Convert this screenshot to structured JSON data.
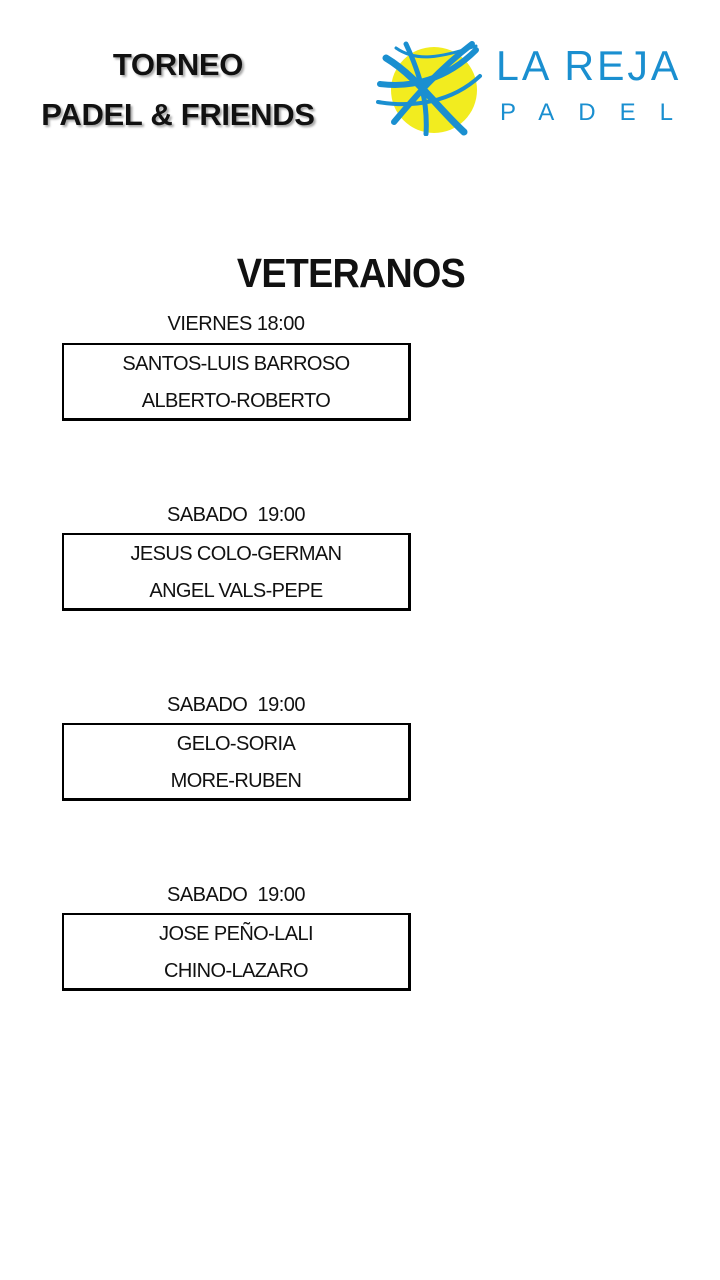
{
  "header": {
    "title_line1": "TORNEO",
    "title_line2": "PADEL & FRIENDS",
    "logo_name": "LA REJA",
    "logo_sub": "PADEL",
    "brand_color": "#1a8fd0",
    "ball_color": "#f2ec1f"
  },
  "category": "VETERANOS",
  "matches": [
    {
      "time": "VIERNES 18:00",
      "team1": "SANTOS-LUIS BARROSO",
      "team2": "ALBERTO-ROBERTO"
    },
    {
      "time": "SABADO  19:00",
      "team1": "JESUS COLO-GERMAN",
      "team2": "ANGEL VALS-PEPE"
    },
    {
      "time": "SABADO  19:00",
      "team1": "GELO-SORIA",
      "team2": "MORE-RUBEN"
    },
    {
      "time": "SABADO  19:00",
      "team1": "JOSE PEÑO-LALI",
      "team2": "CHINO-LAZARO"
    }
  ]
}
